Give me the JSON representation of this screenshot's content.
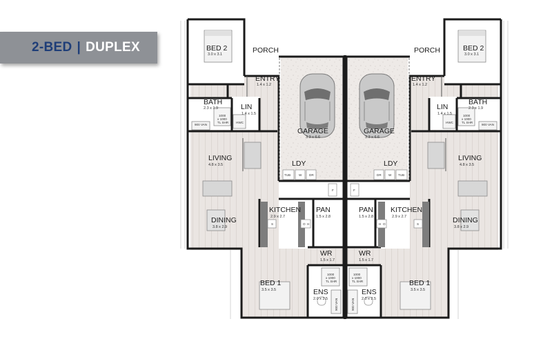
{
  "banner": {
    "bed": "2-BED",
    "divider": "|",
    "type": "DUPLEX"
  },
  "rooms": {
    "bed2": {
      "label": "BED 2",
      "dims": "3.0 x 3.1"
    },
    "porch": {
      "label": "PORCH"
    },
    "entry": {
      "label": "ENTRY",
      "dims": "1.4 x 1.2"
    },
    "bath": {
      "label": "BATH",
      "dims": "2.3 x 1.9"
    },
    "lin": {
      "label": "LIN",
      "dims": "1.4 x 1.5"
    },
    "garage": {
      "label": "GARAGE",
      "dims": "3.3 x 6.6"
    },
    "living": {
      "label": "LIVING",
      "dims": "4.8 x 3.5"
    },
    "ldy": {
      "label": "LDY"
    },
    "kitchen": {
      "label": "KITCHEN",
      "dims": "2.9 x 2.7"
    },
    "pan": {
      "label": "PAN",
      "dims": "1.5 x 2.8"
    },
    "dining": {
      "label": "DINING",
      "dims": "3.8 x 2.9"
    },
    "wr": {
      "label": "WR",
      "dims": "1.5 x 1.7"
    },
    "bed1": {
      "label": "BED 1",
      "dims": "3.5 x 3.5"
    },
    "ens": {
      "label": "ENS",
      "dims": "2.0 x 2.5"
    }
  },
  "fixtures": {
    "hwc": "HWC",
    "van900": "900 VAN",
    "shower1": "1000",
    "shower2": "x 1000",
    "shower3": "TL SHR",
    "tub": "TUB",
    "washer": "W",
    "dryer": "DR",
    "fridge": "F",
    "sink": "S",
    "hob": "H",
    "oven": "O"
  },
  "colors": {
    "banner_bg": "#8e9196",
    "banner_accent": "#1f3e78",
    "floor": "#eae5e2",
    "wall": "#1b1b1b",
    "garage_floor": "#eeeae7"
  }
}
